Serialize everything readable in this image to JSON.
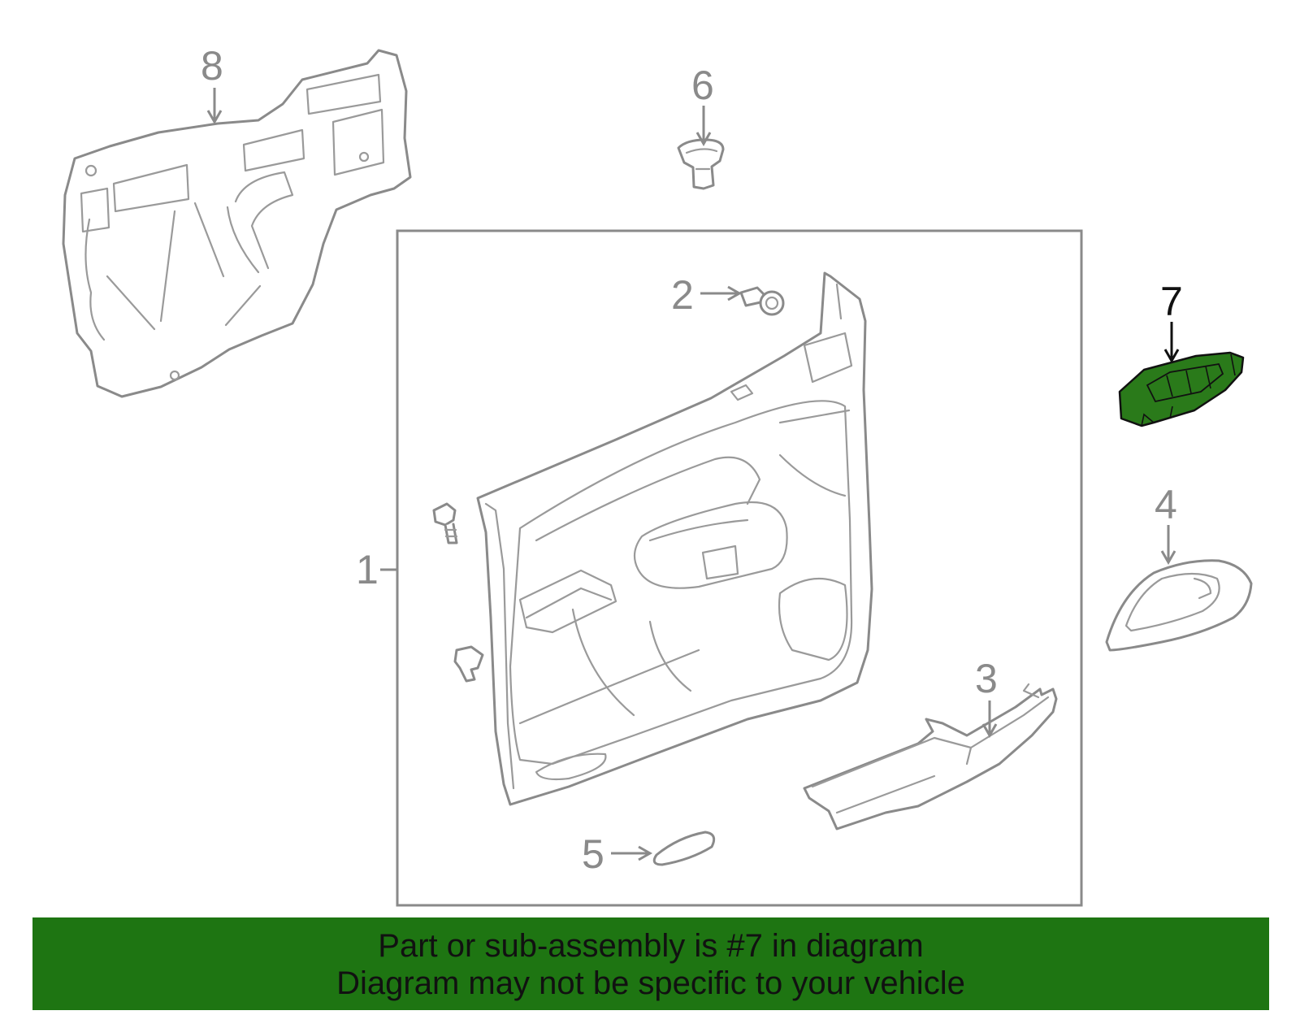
{
  "callouts": {
    "c1": "1",
    "c2": "2",
    "c3": "3",
    "c4": "4",
    "c5": "5",
    "c6": "6",
    "c7": "7",
    "c8": "8"
  },
  "highlight": {
    "part_number": "7",
    "fill_color": "#2a7a1a",
    "banner_color": "#1e7512"
  },
  "footer": {
    "line1": "Part or sub-assembly is #7 in diagram",
    "line2": "Diagram may not be specific to your vehicle"
  }
}
